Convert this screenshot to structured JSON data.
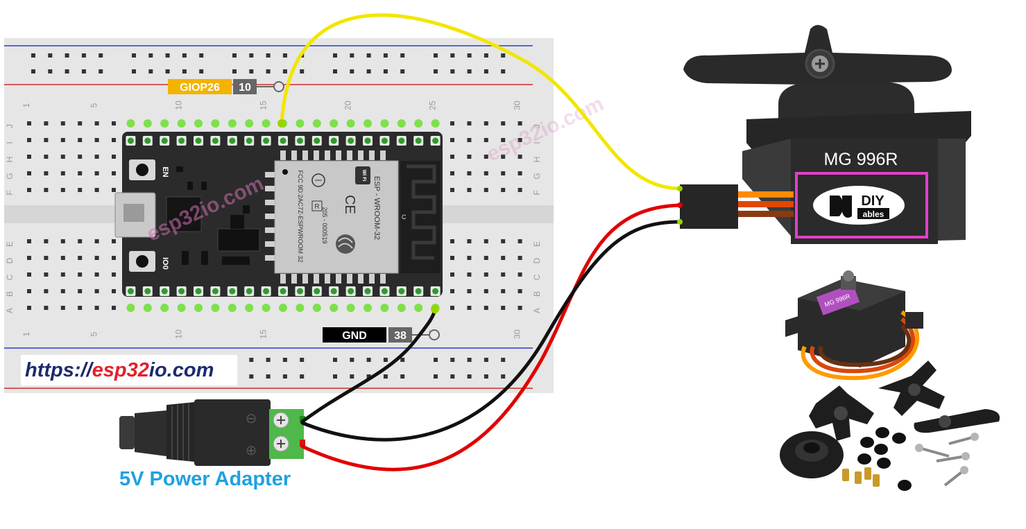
{
  "pins": {
    "signal": {
      "name": "GIOP26",
      "number": "10"
    },
    "ground": {
      "name": "GND",
      "number": "38"
    }
  },
  "breadboard": {
    "column_numbers": [
      "1",
      "5",
      "10",
      "15",
      "20",
      "25",
      "30"
    ],
    "row_letters_top": [
      "J",
      "I",
      "H",
      "G",
      "F"
    ],
    "row_letters_bottom": [
      "E",
      "D",
      "C",
      "B",
      "A"
    ]
  },
  "esp32": {
    "module_name": "ESP - WROOM-32",
    "fcc_id": "FCC 9D:2AC7Z-ESPWROOM 32",
    "code": "205 - 000519",
    "wifi_label": "Wi Fi",
    "ce_mark": "CE",
    "r_mark": "R",
    "antenna_label": "C",
    "en_label": "EN",
    "io0_label": "IO0"
  },
  "servo": {
    "model": "MG 996R",
    "logo_main": "DIY",
    "logo_sub": "ables",
    "photo_label": "MG 996R"
  },
  "watermarks": [
    "esp32io.com",
    "esp32io.com"
  ],
  "url": {
    "prefix": "https://",
    "brand_a": "esp32",
    "brand_b": "io",
    "suffix": ".com"
  },
  "power_adapter": {
    "label": "5V Power Adapter",
    "minus": "⊖",
    "plus": "⊕"
  },
  "colors": {
    "signal_wire": "#f2e600",
    "power_wire": "#e10000",
    "ground_wire": "#111111",
    "pin_label_bg": "#f3b300",
    "pin_number_bg": "#666666",
    "url_blue": "#1d2a6e",
    "url_red": "#e4202a",
    "label_blue": "#1fa1e0",
    "frame_pink": "#e040c8"
  }
}
